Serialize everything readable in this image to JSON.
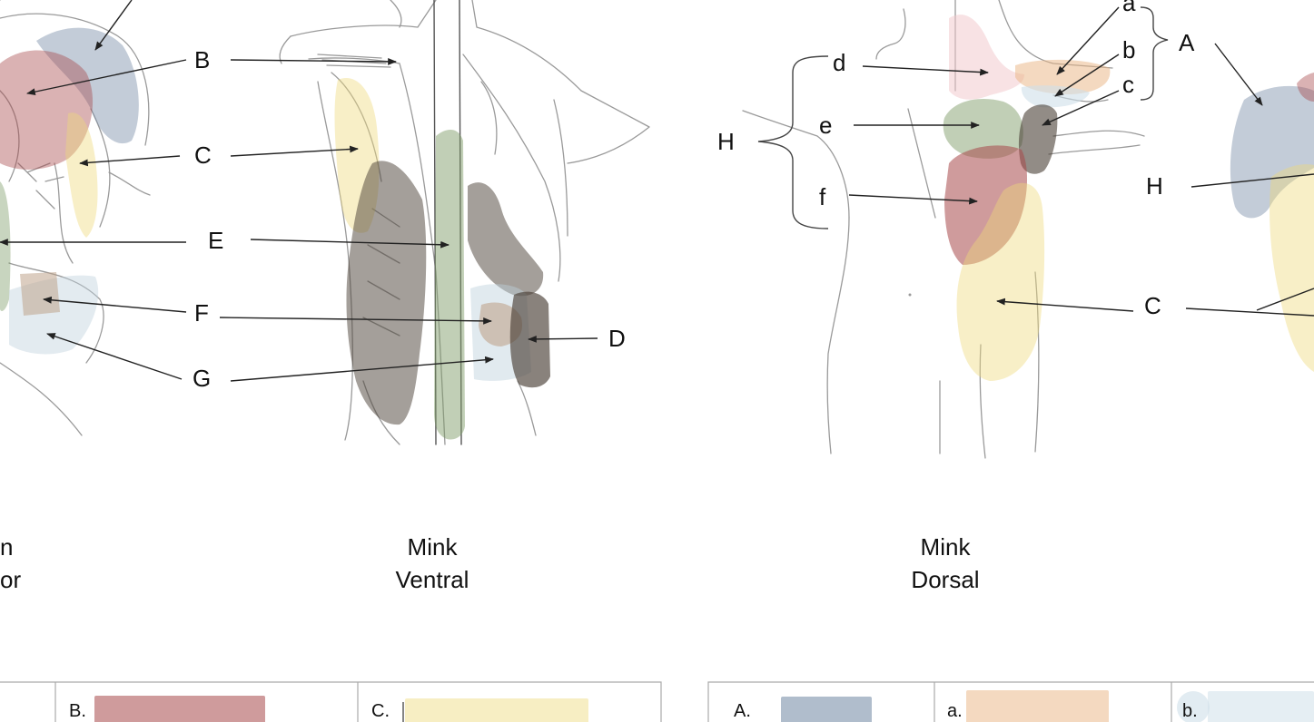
{
  "colors": {
    "A": "#6f86a3",
    "B": "#a7484a",
    "C": "#eed979",
    "D": "#4a3f35",
    "E": "#7d9b66",
    "F": "#bfa48c",
    "G": "#bcd0dc",
    "a": "#e9b382",
    "b": "#cfe0ea",
    "c": "#4a3f35",
    "d": "#f1c6c9",
    "e": "#7d9b66",
    "f": "#a7484a",
    "H": "#6f86a3"
  },
  "left_panel": {
    "labels": {
      "B": "B",
      "C": "C",
      "E": "E",
      "F": "F",
      "G": "G"
    },
    "caption_line1": "n",
    "caption_line2": "or"
  },
  "ventral_panel": {
    "label_D": "D",
    "caption_line1": "Mink",
    "caption_line2": "Ventral"
  },
  "dorsal_panel": {
    "labels": {
      "a": "a",
      "b": "b",
      "c": "c",
      "d": "d",
      "e": "e",
      "f": "f",
      "A": "A",
      "H_group": "H",
      "H_right": "H",
      "C": "C"
    },
    "caption_line1": "Mink",
    "caption_line2": "Dorsal"
  },
  "legend": {
    "left": [
      {
        "label": "B.",
        "color_key": "B"
      },
      {
        "label": "C.",
        "color_key": "C"
      }
    ],
    "right": [
      {
        "label": "A.",
        "color_key": "A"
      },
      {
        "label": "a.",
        "color_key": "a"
      },
      {
        "label": "b.",
        "color_key": "b"
      }
    ]
  }
}
